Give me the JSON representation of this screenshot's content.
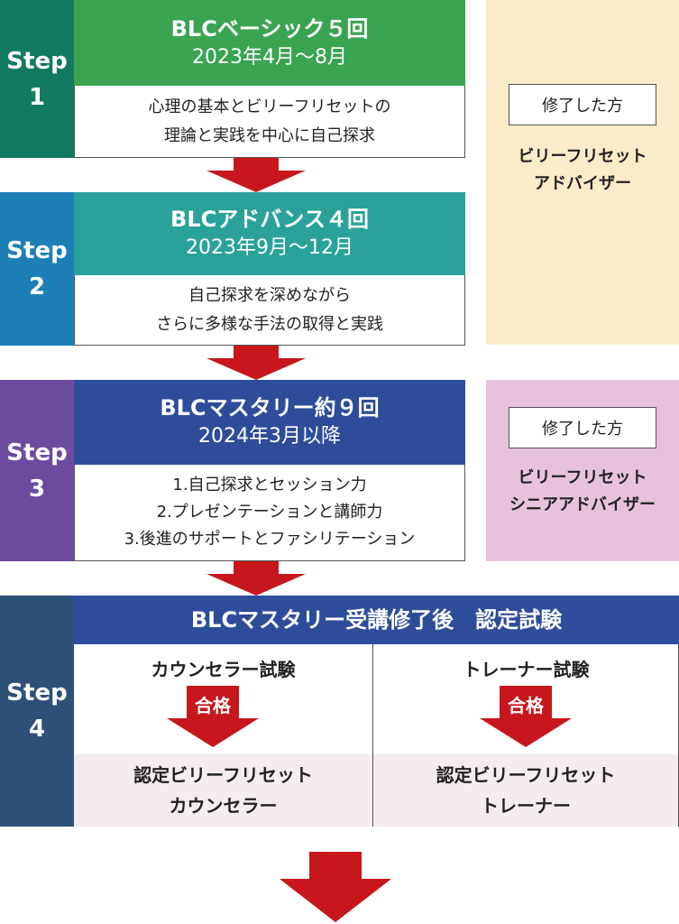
{
  "colors": {
    "step1": "#127a60",
    "step1_head": "#3aa451",
    "step2": "#1d7fb6",
    "step2_head": "#2aa29a",
    "step3": "#6c4b9e",
    "step3_head": "#2d4d9a",
    "step4": "#2f5078",
    "step4_head": "#2d4d9a",
    "arrow": "#c8161d",
    "advisor_bg": "#faebc9",
    "senior_bg": "#e6c2dc"
  },
  "steps": [
    {
      "label_word": "Step",
      "label_num": "1",
      "title": "BLCベーシック５回",
      "dates": "2023年4月～8月",
      "lines": [
        "心理の基本とビリーフリセットの",
        "理論と実践を中心に自己探求"
      ]
    },
    {
      "label_word": "Step",
      "label_num": "2",
      "title": "BLCアドバンス４回",
      "dates": "2023年9月～12月",
      "lines": [
        "自己探求を深めながら",
        "さらに多様な手法の取得と実践"
      ]
    },
    {
      "label_word": "Step",
      "label_num": "3",
      "title": "BLCマスタリー約９回",
      "dates": "2024年3月以降",
      "lines": [
        "1.自己探求とセッション力",
        "2.プレゼンテーションと講師力",
        "3.後進のサポートとファシリテーション"
      ]
    }
  ],
  "advisor": {
    "completed": "修了した方",
    "title_lines": [
      "ビリーフリセット",
      "アドバイザー"
    ]
  },
  "senior": {
    "completed": "修了した方",
    "title_lines": [
      "ビリーフリセット",
      "シニアアドバイザー"
    ]
  },
  "step4": {
    "label_word": "Step",
    "label_num": "4",
    "title": "BLCマスタリー受講修了後　認定試験",
    "columns": [
      {
        "exam": "カウンセラー試験",
        "pass": "合格",
        "result_lines": [
          "認定ビリーフリセット",
          "カウンセラー"
        ]
      },
      {
        "exam": "トレーナー試験",
        "pass": "合格",
        "result_lines": [
          "認定ビリーフリセット",
          "トレーナー"
        ]
      }
    ]
  }
}
